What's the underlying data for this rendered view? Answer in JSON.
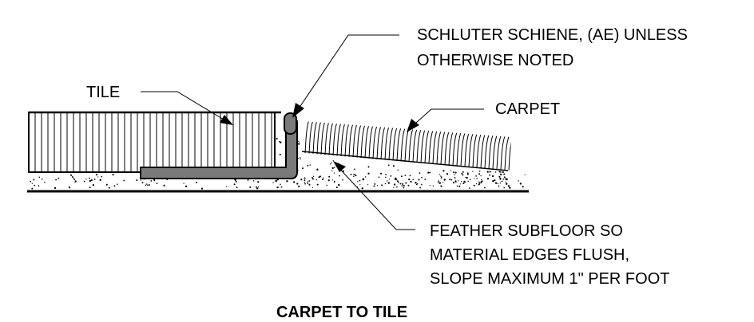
{
  "title": "CARPET TO TILE",
  "labels": {
    "tile": "TILE",
    "carpet": "CARPET",
    "schluter": [
      "SCHLUTER SCHIENE, (AE) UNLESS",
      "OTHERWISE NOTED"
    ],
    "feather": [
      "FEATHER SUBFLOOR SO",
      "MATERIAL EDGES FLUSH,",
      "SLOPE MAXIMUM 1\" PER FOOT"
    ]
  },
  "colors": {
    "line": "#000000",
    "trim_fill": "#7a7a7a",
    "background": "#ffffff"
  }
}
